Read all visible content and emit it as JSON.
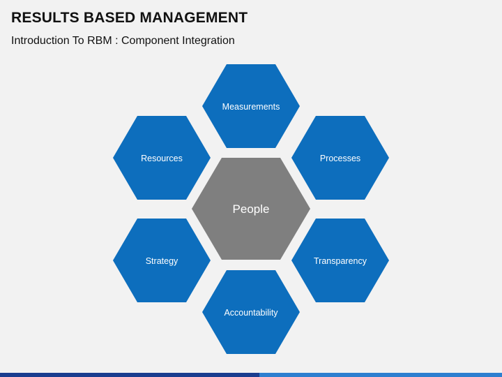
{
  "slide": {
    "title": "RESULTS BASED MANAGEMENT",
    "subtitle": "Introduction To RBM : Component Integration"
  },
  "diagram": {
    "center": {
      "label": "People",
      "color": "#7f7f7f"
    },
    "outer_color": "#0d6ebd",
    "nodes": [
      {
        "label": "Measurements"
      },
      {
        "label": "Processes"
      },
      {
        "label": "Transparency"
      },
      {
        "label": "Accountability"
      },
      {
        "label": "Strategy"
      },
      {
        "label": "Resources"
      }
    ]
  }
}
